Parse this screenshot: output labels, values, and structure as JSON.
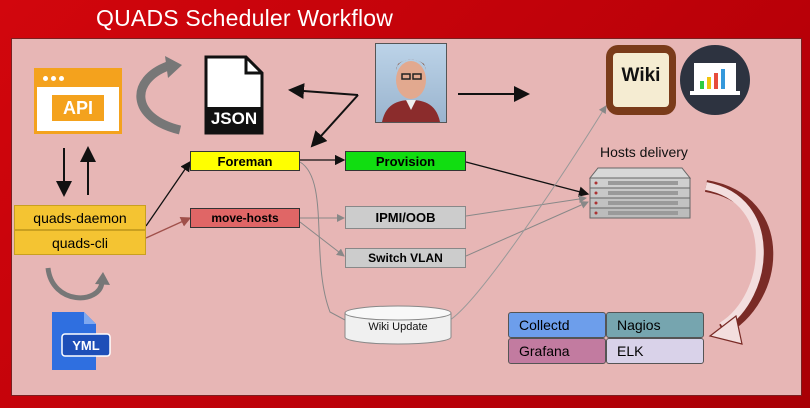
{
  "title": "QUADS Scheduler Workflow",
  "icons": {
    "api": "API",
    "json": "JSON",
    "yml": "YML",
    "wiki": "Wiki"
  },
  "nodes": {
    "quads_daemon": "quads-daemon",
    "quads_cli": "quads-cli",
    "foreman": "Foreman",
    "move_hosts": "move-hosts",
    "provision": "Provision",
    "ipmi_oob": "IPMI/OOB",
    "switch_vlan": "Switch VLAN",
    "wiki_update": "Wiki Update",
    "hosts_delivery": "Hosts delivery"
  },
  "tools": {
    "collectd": "Collectd",
    "nagios": "Nagios",
    "grafana": "Grafana",
    "elk": "ELK"
  },
  "colors": {
    "foreman": "#ffff00",
    "provision": "#11dd11",
    "move_hosts": "#e06666",
    "quads": "#f4c432",
    "gray_box": "#cccccc",
    "collectd": "#6d9eeb",
    "nagios": "#76a5af",
    "grafana": "#c27ba0",
    "elk": "#d9d2e9"
  }
}
